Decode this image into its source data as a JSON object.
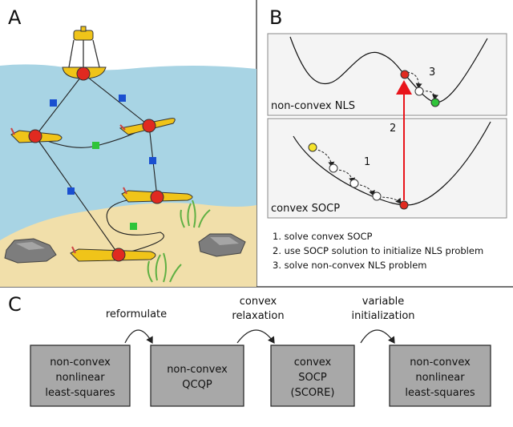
{
  "panels": {
    "a": {
      "letter": "A"
    },
    "b": {
      "letter": "B",
      "top_label": "non-convex NLS",
      "bottom_label": "convex SOCP",
      "step1": "1",
      "step2": "2",
      "step3": "3",
      "notes": [
        "1. solve convex SOCP",
        "2. use SOCP solution to initialize NLS problem",
        "3. solve non-convex NLS problem"
      ]
    },
    "c": {
      "letter": "C",
      "boxes": [
        {
          "lines": [
            "non-convex",
            "nonlinear",
            "least-squares"
          ]
        },
        {
          "lines": [
            "non-convex",
            "QCQP"
          ]
        },
        {
          "lines": [
            "convex",
            "SOCP",
            "(SCORE)"
          ]
        },
        {
          "lines": [
            "non-convex",
            "nonlinear",
            "least-squares"
          ]
        }
      ],
      "arrows": [
        {
          "lines": [
            "reformulate"
          ]
        },
        {
          "lines": [
            "convex",
            "relaxation"
          ]
        },
        {
          "lines": [
            "variable",
            "initialization"
          ]
        }
      ]
    }
  },
  "colors": {
    "sea": "#a8d4e4",
    "sand": "#f1dfaa",
    "auv_body": "#f0c419",
    "node_red": "#e02a20",
    "comm_blue": "#1a4fd0",
    "comm_green": "#2fc43a",
    "box_fill": "#a8a8a8",
    "init_yellow": "#f5e32a",
    "arrow_red": "#e8141b"
  },
  "icons": [
    "buoy-icon",
    "auv-icon",
    "rock-icon",
    "seaweed-icon"
  ]
}
